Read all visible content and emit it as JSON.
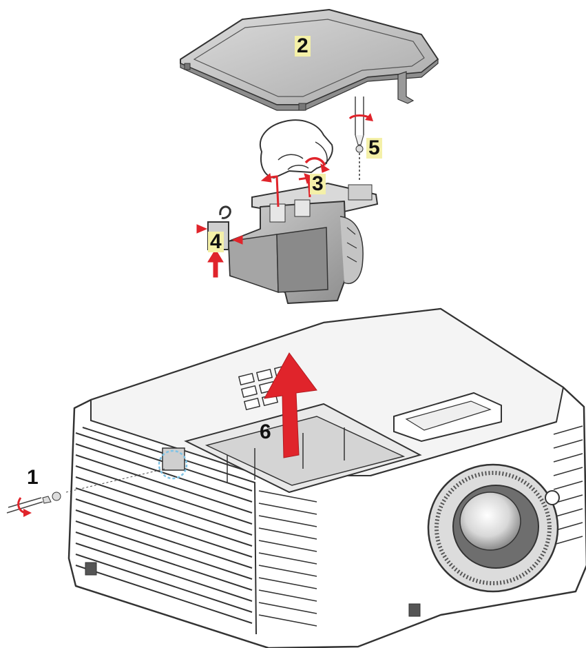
{
  "steps": [
    {
      "label": "1"
    },
    {
      "label": "2"
    },
    {
      "label": "3"
    },
    {
      "label": "4"
    },
    {
      "label": "5"
    },
    {
      "label": "6"
    }
  ],
  "colors": {
    "arrow": "#e0242b",
    "outline": "#333333",
    "cover_fill": "#c9c9c9",
    "lamp_fill": "#b8b8b8",
    "screw_ring": "#7ec3e6",
    "label_highlight": "#f4f0a8"
  }
}
